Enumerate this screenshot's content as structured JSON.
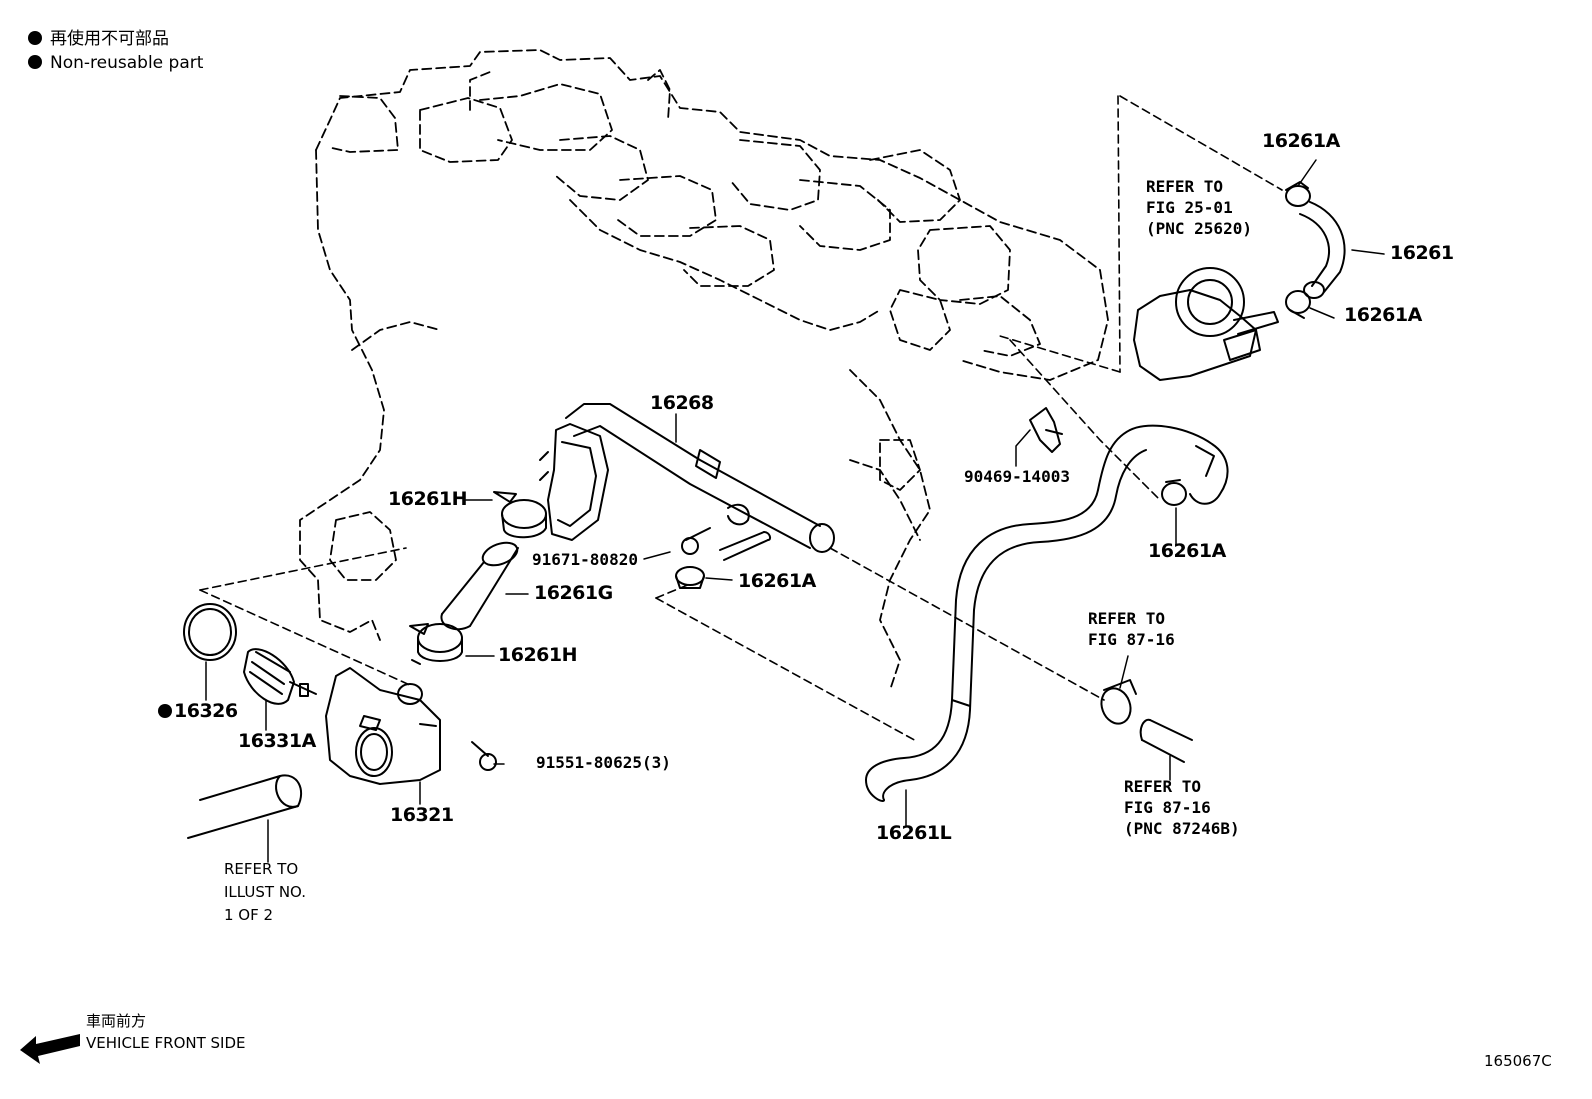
{
  "legend": {
    "line1": "再使用不可部品",
    "line2": "Non-reusable part"
  },
  "parts": {
    "p16261A_top": "16261A",
    "p16261": "16261",
    "p16261A_right": "16261A",
    "p16268": "16268",
    "p16261H_upper": "16261H",
    "p16261A_mid": "16261A",
    "p16261A_lower_right": "16261A",
    "p16261G": "16261G",
    "p16261H_lower": "16261H",
    "p16326": "16326",
    "p16331A": "16331A",
    "p16321": "16321",
    "p16261L": "16261L",
    "p91671": "91671-80820",
    "p91551": "91551-80625(3)",
    "p90469": "90469-14003"
  },
  "refs": {
    "fig2501": "REFER TO\nFIG 25-01\n(PNC 25620)",
    "fig8716_upper": "REFER TO\nFIG 87-16",
    "fig8716_lower": "REFER TO\nFIG 87-16\n(PNC 87246B)",
    "illust": "REFER TO\nILLUST NO.\n1 OF 2"
  },
  "direction": {
    "jp": "車両前方",
    "en": "VEHICLE FRONT SIDE"
  },
  "figure_id": "165067C"
}
